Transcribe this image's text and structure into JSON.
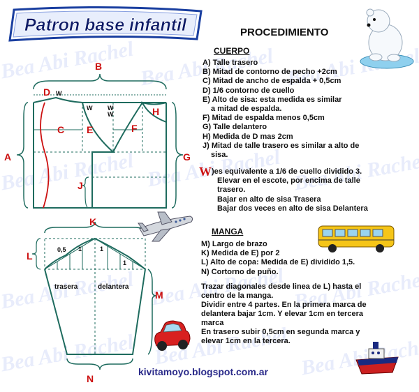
{
  "title": "Patron base infantil",
  "procedure_heading": "PROCEDIMIENTO",
  "watermark": "Bea Abi Rachel",
  "cuerpo": {
    "heading": "CUERPO",
    "items": [
      "A) Talle trasero",
      "B) Mitad de contorno de pecho +2cm",
      "C) Mitad de ancho de espalda  + 0,5cm",
      "D) 1/6 contorno de cuello",
      "E) Alto de sisa: esta medida es similar",
      "a mitad de espalda.",
      "F) Mitad de espalda menos 0,5cm",
      "G) Talle delantero",
      "H) Medida de D mas 2cm",
      "J) Mitad de talle trasero es similar a alto de",
      "sisa."
    ],
    "w_mark": "W",
    "w_lines": [
      ")es equivalente a 1/6 de cuello dividido 3.",
      "Elevar en el escote, por encima de talle",
      "trasero.",
      "Bajar en alto de sisa Trasera",
      "Bajar dos veces en alto de sisa Delantera"
    ]
  },
  "manga": {
    "heading": "MANGA",
    "items": [
      "M) Largo de brazo",
      "K) Medida de  E) por 2",
      "L) Alto de copa: Medida de  E) dividido 1,5.",
      "N) Cortorno de puño."
    ],
    "paragraphs": [
      "Trazar diagonales desde linea de L) hasta el",
      "centro de la manga.",
      "Dividir entre 4 partes. En la primera marca de",
      "delantera bajar 1cm. Y elevar 1cm en tercera",
      "marca",
      "En trasero subir 0,5cm en segunda marca y",
      "elevar 1cm en la tercera."
    ]
  },
  "diagram": {
    "bodice_labels": {
      "A": "A",
      "B": "B",
      "C": "C",
      "D": "D",
      "E": "E",
      "F": "F",
      "G": "G",
      "H": "H",
      "J": "J"
    },
    "w_small": "W",
    "sleeve_labels": {
      "K": "K",
      "L": "L",
      "M": "M",
      "N": "N"
    },
    "sleeve_marks": {
      "half": "0,5",
      "one": "1"
    },
    "sleeve_parts": {
      "back": "trasera",
      "front": "delantera"
    }
  },
  "footer": {
    "blog": "kivitamoyo.blogspot.com.ar"
  },
  "colors": {
    "pattern_line": "#1e6b5e",
    "red_curve": "#cc1111",
    "label_red": "#cc1111",
    "title_blue": "#1a3fa0",
    "watermark": "#96aaeb"
  }
}
